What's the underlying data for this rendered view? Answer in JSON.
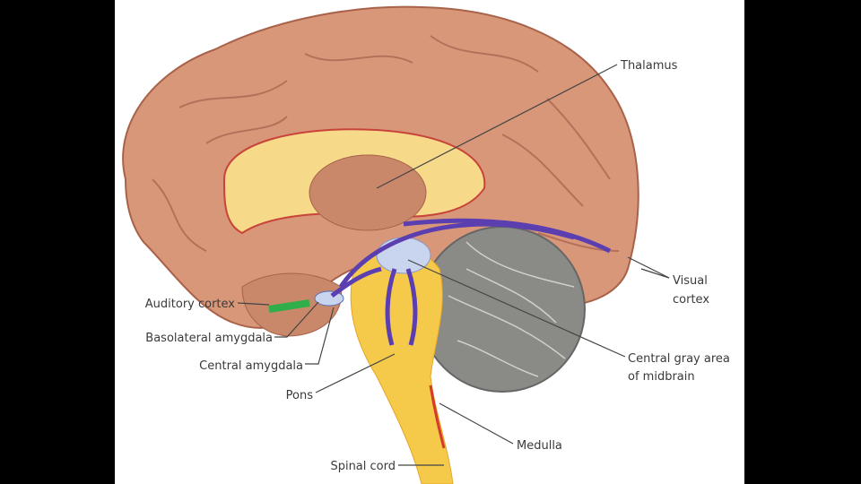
{
  "labels": {
    "thalamus": "Thalamus",
    "visual_cortex_1": "Visual",
    "visual_cortex_2": "cortex",
    "central_gray_1": "Central gray area",
    "central_gray_2": "of midbrain",
    "medulla": "Medulla",
    "spinal_cord": "Spinal cord",
    "pons": "Pons",
    "central_amygdala": "Central amygdala",
    "basolateral_amygdala": "Basolateral amygdala",
    "auditory_cortex": "Auditory cortex"
  },
  "colors": {
    "cortex": "#d9977a",
    "cortex_dark": "#a8624a",
    "inner": "#f7d98a",
    "brainstem": "#f5c94a",
    "cerebellum": "#8a8a86",
    "pathway": "#5b3fb0",
    "auditory": "#2fae4a"
  }
}
